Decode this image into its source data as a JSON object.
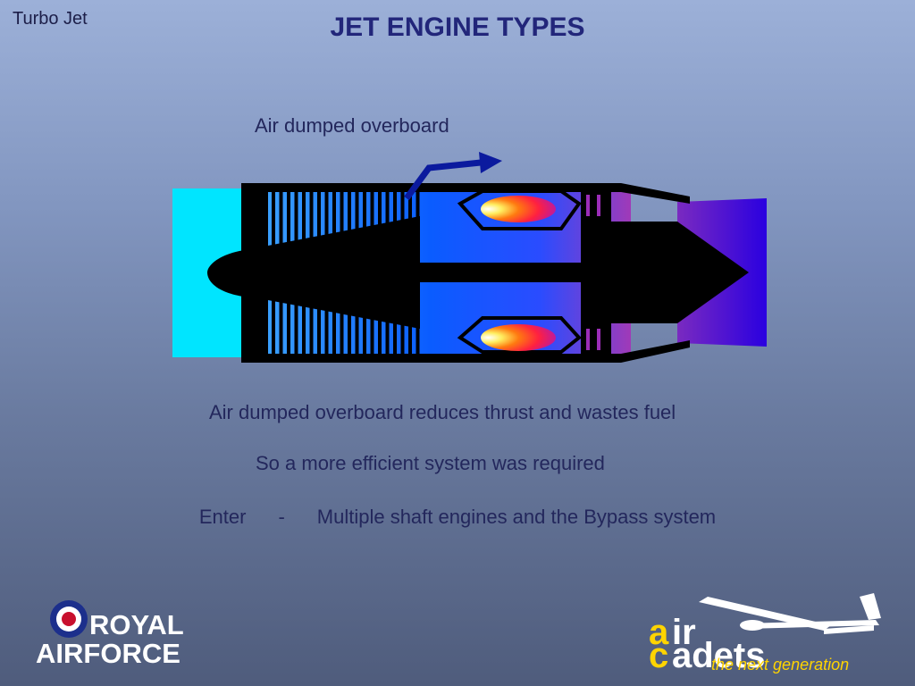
{
  "corner_label": "Turbo Jet",
  "title": "JET ENGINE TYPES",
  "diagram": {
    "callout": "Air dumped overboard"
  },
  "body_lines": {
    "line1": "Air dumped overboard reduces thrust and wastes fuel",
    "line2": "So a more efficient system was required",
    "line3": {
      "lead": "Enter",
      "dash": "-",
      "text": "Multiple shaft engines and the Bypass system"
    }
  },
  "logos": {
    "raf": {
      "line1": "ROYAL",
      "line2_a": "AIR",
      "line2_b": "FORCE"
    },
    "air_cadets": {
      "first": "air",
      "second": "cadets",
      "tagline": "the next generation"
    }
  },
  "colors": {
    "title": "#22267a",
    "text": "#23275c",
    "intake": "#00e5ff",
    "compressor": "#0a5cff",
    "turbine": "#9b2db8",
    "exhaust": "#4a00d6",
    "arrow": "#0b1a9e",
    "raf_blue": "#1c2f8c",
    "raf_red": "#c8102e",
    "cadets_yellow": "#ffd400"
  }
}
